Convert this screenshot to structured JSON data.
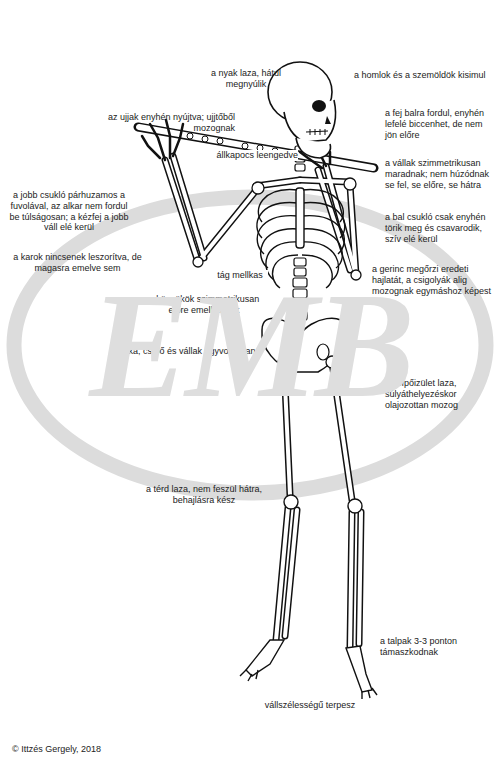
{
  "diagram": {
    "labels": [
      "a nyak laza, hátul megnyúlik",
      "a homlok és a szemöldök kisimul",
      "az ujjak enyhén nyújtva; ujjtőből mozognak",
      "állkapocs leengedve",
      "a fej balra fordul, enyhén lefelé biccenhet, de nem jön előre",
      "a vállak szimmetrikusan maradnak; nem húzódnak se fel, se előre, se hátra",
      "a jobb csukló párhuzamos a fuvolával, az alkar nem fordul be túlságosan; a kézfej a jobb váll elé kerül",
      "a bal csukló csak enyhén törik meg és csavarodik, szív elé kerül",
      "a karok nincsenek leszorítva, de magasra emelve sem",
      "tág mellkas",
      "a gerinc megőrzi eredeti hajlatát, a csigolyák alig mozognak egymáshoz képest",
      "a könyökök szimmetrikusan előre emelkednek",
      "boka, csípő és vállak egyvonalban",
      "a csípőizület laza, súlyáthelyezéskor olajozottan mozog",
      "a térd laza, nem feszül hátra, behajlásra kész",
      "a talpak 3-3 ponton támaszkodnak",
      "vállszélességű terpesz",
      "© Ittzés Gergely, 2018",
      "EMB"
    ]
  }
}
